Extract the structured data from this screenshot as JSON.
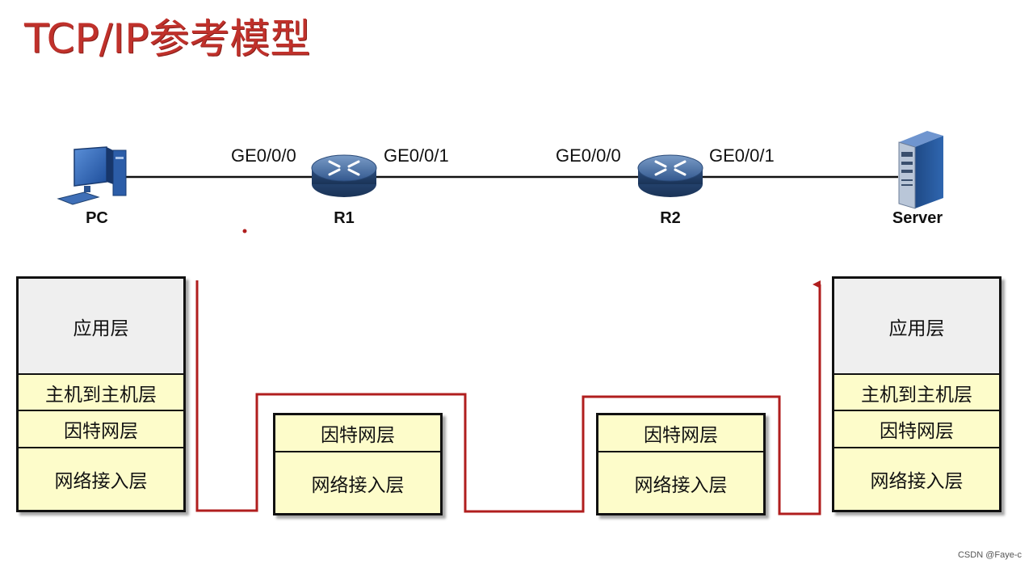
{
  "title": "TCP/IP参考模型",
  "devices": {
    "pc": "PC",
    "r1": "R1",
    "r2": "R2",
    "server": "Server"
  },
  "interfaces": {
    "r1_left": "GE0/0/0",
    "r1_right": "GE0/0/1",
    "r2_left": "GE0/0/0",
    "r2_right": "GE0/0/1"
  },
  "stacks": {
    "pc": [
      "应用层",
      "主机到主机层",
      "因特网层",
      "网络接入层"
    ],
    "r1": [
      "因特网层",
      "网络接入层"
    ],
    "r2": [
      "因特网层",
      "网络接入层"
    ],
    "server": [
      "应用层",
      "主机到主机层",
      "因特网层",
      "网络接入层"
    ]
  },
  "watermark": "CSDN @Faye-c",
  "colors": {
    "title": "#c0312b",
    "path": "#b01e1e",
    "layer_fill": "#fdfcca",
    "app_fill": "#efefef"
  },
  "icons": {
    "pc": "desktop-computer-icon",
    "router": "router-icon",
    "server": "server-tower-icon"
  }
}
